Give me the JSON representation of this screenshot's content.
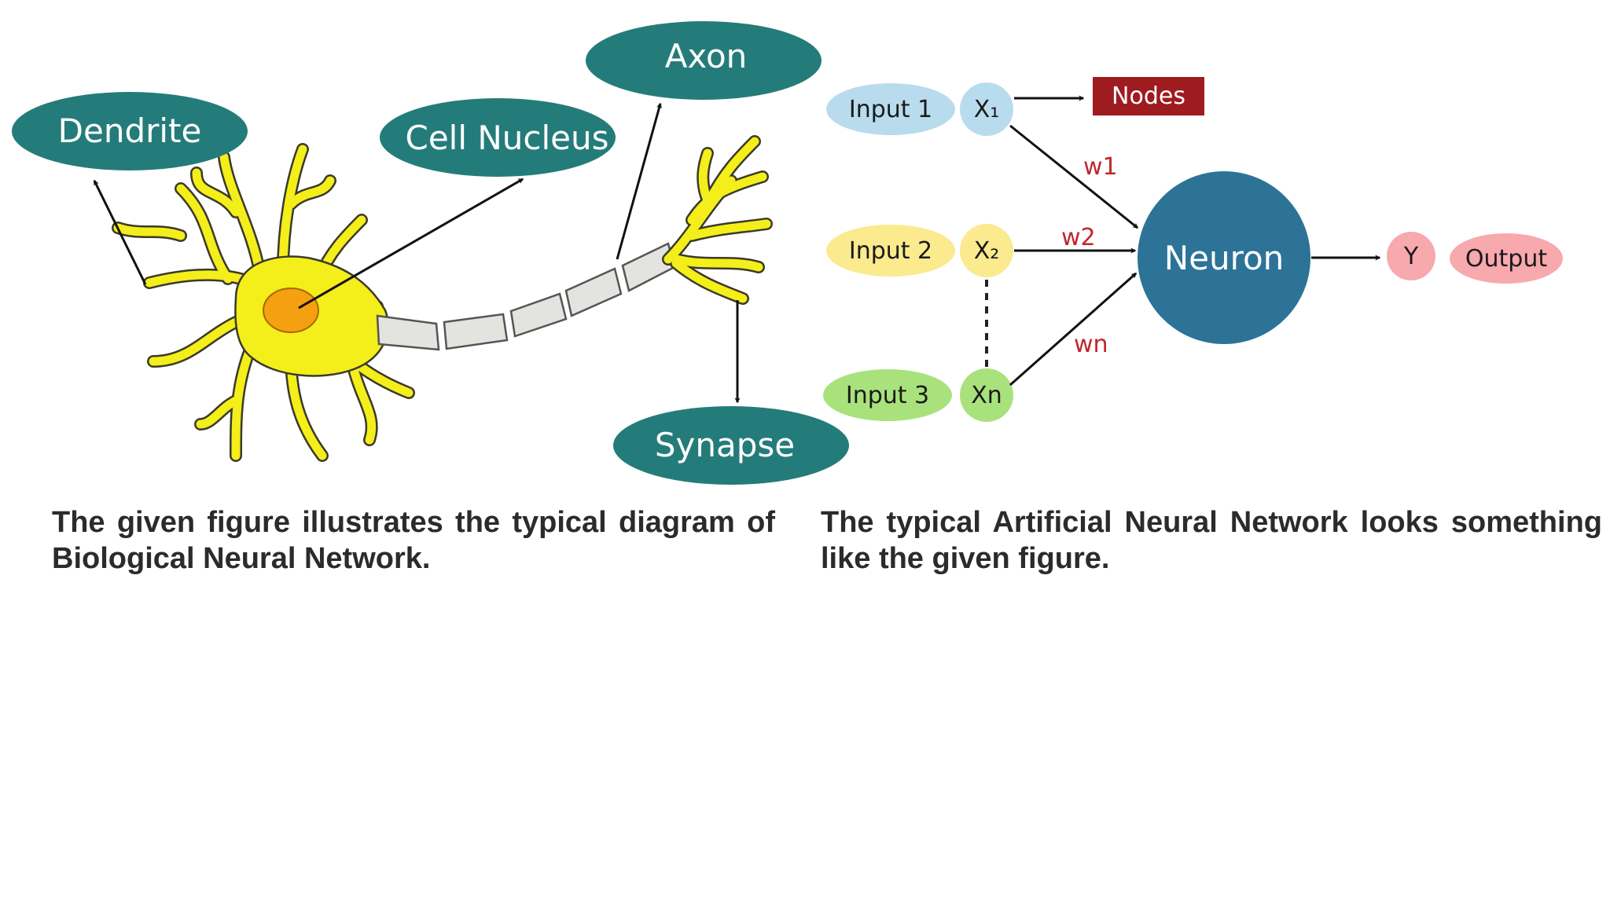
{
  "biological": {
    "labels": {
      "dendrite": "Dendrite",
      "cell_nucleus": "Cell Nucleus",
      "axon": "Axon",
      "synapse": "Synapse"
    },
    "caption": "The given figure illustrates the typical diagram of Biological Neural Network.",
    "colors": {
      "label_fill": "#247c7a",
      "cell_body": "#f4ee1a",
      "nucleus": "#f5a011",
      "myelin": "#e3e3e0"
    }
  },
  "artificial": {
    "inputs": [
      {
        "label": "Input 1",
        "node": "X₁",
        "color": "#b8dcee"
      },
      {
        "label": "Input 2",
        "node": "X₂",
        "color": "#fbea8e"
      },
      {
        "label": "Input 3",
        "node": "Xn",
        "color": "#a9e27c"
      }
    ],
    "weights": [
      "w1",
      "w2",
      "wn"
    ],
    "nodes_label": "Nodes",
    "neuron_label": "Neuron",
    "output_node": "Y",
    "output_label": "Output",
    "caption": "The typical Artificial Neural Network looks something like the given figure.",
    "colors": {
      "nodes_box": "#9e1b1f",
      "neuron": "#2c7397",
      "output": "#f7a9ae",
      "weight_text": "#c0262d"
    }
  }
}
